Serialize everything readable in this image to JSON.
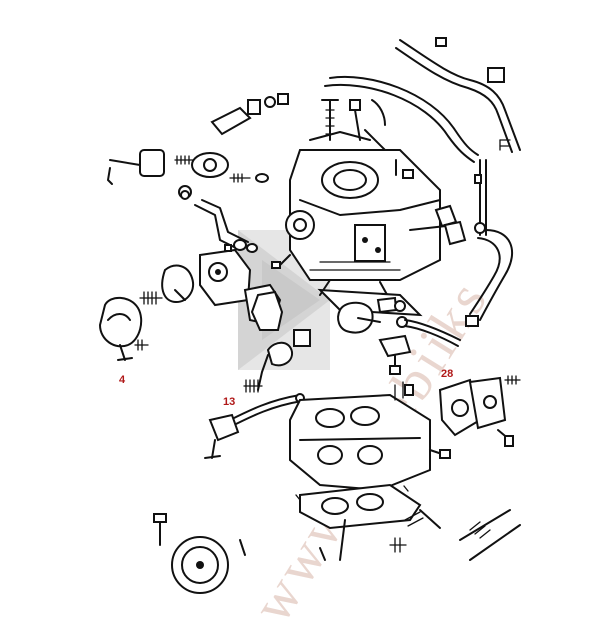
{
  "callouts": {
    "c1": "4",
    "c2": "13",
    "c3": "28"
  },
  "watermark": {
    "text": "www.d...ebiiks"
  },
  "colors": {
    "line": "#111111",
    "callout": "#b01818",
    "watermark_bg": "#e7e7e7",
    "watermark_text": "#e9d6cf"
  }
}
